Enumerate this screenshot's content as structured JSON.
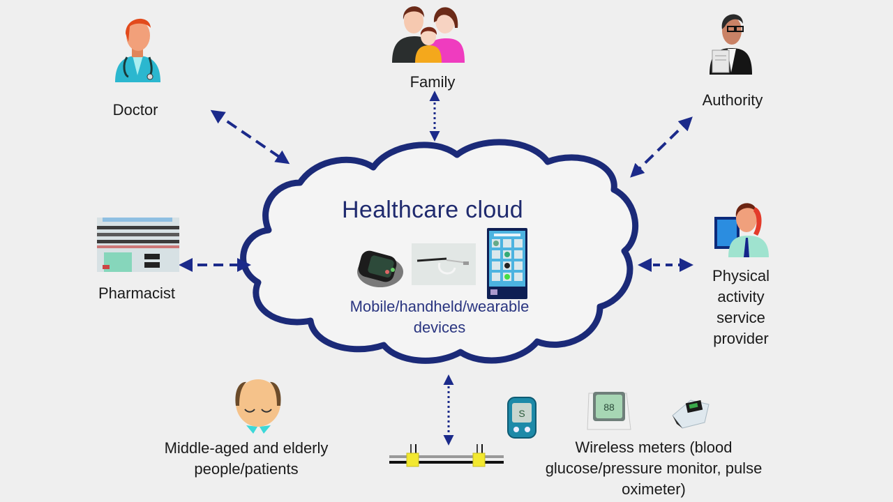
{
  "colors": {
    "background": "#efefef",
    "cloud_stroke": "#1b2a78",
    "arrow": "#1b2a8a",
    "title_text": "#1f2a6e",
    "label_text": "#1a1a1a"
  },
  "cloud": {
    "title": "Healthcare cloud",
    "subtitle_line1": "Mobile/handheld/wearable",
    "subtitle_line2": "devices",
    "device_icons": [
      "smartwatch-icon",
      "smart-glasses-icon",
      "smartphone-app-icon"
    ]
  },
  "actors": {
    "doctor": {
      "label": "Doctor",
      "icon": "doctor-icon"
    },
    "family": {
      "label": "Family",
      "icon": "family-icon"
    },
    "authority": {
      "label": "Authority",
      "icon": "authority-icon"
    },
    "pharmacist": {
      "label": "Pharmacist",
      "icon": "pharmacy-icon"
    },
    "provider": {
      "label_lines": [
        "Physical",
        "activity",
        "service",
        "provider"
      ],
      "icon": "service-provider-icon"
    },
    "patients": {
      "label_line1": "Middle-aged and elderly",
      "label_line2": "people/patients",
      "icon": "elderly-person-icon"
    },
    "meters": {
      "label_line1": "Wireless meters (blood",
      "label_line2": "glucose/pressure monitor, pulse",
      "label_line3": "oximeter)",
      "icons": [
        "glucose-meter-icon",
        "blood-pressure-monitor-icon",
        "pulse-oximeter-icon"
      ]
    }
  },
  "connections": [
    {
      "from": "doctor",
      "to": "cloud",
      "style": "dashed-bidirectional"
    },
    {
      "from": "family",
      "to": "cloud",
      "style": "dotted-bidirectional"
    },
    {
      "from": "authority",
      "to": "cloud",
      "style": "dashed-bidirectional"
    },
    {
      "from": "pharmacist",
      "to": "cloud",
      "style": "dashed-bidirectional"
    },
    {
      "from": "provider",
      "to": "cloud",
      "style": "dashed-bidirectional"
    },
    {
      "from": "network",
      "to": "cloud",
      "style": "dotted-bidirectional"
    }
  ]
}
